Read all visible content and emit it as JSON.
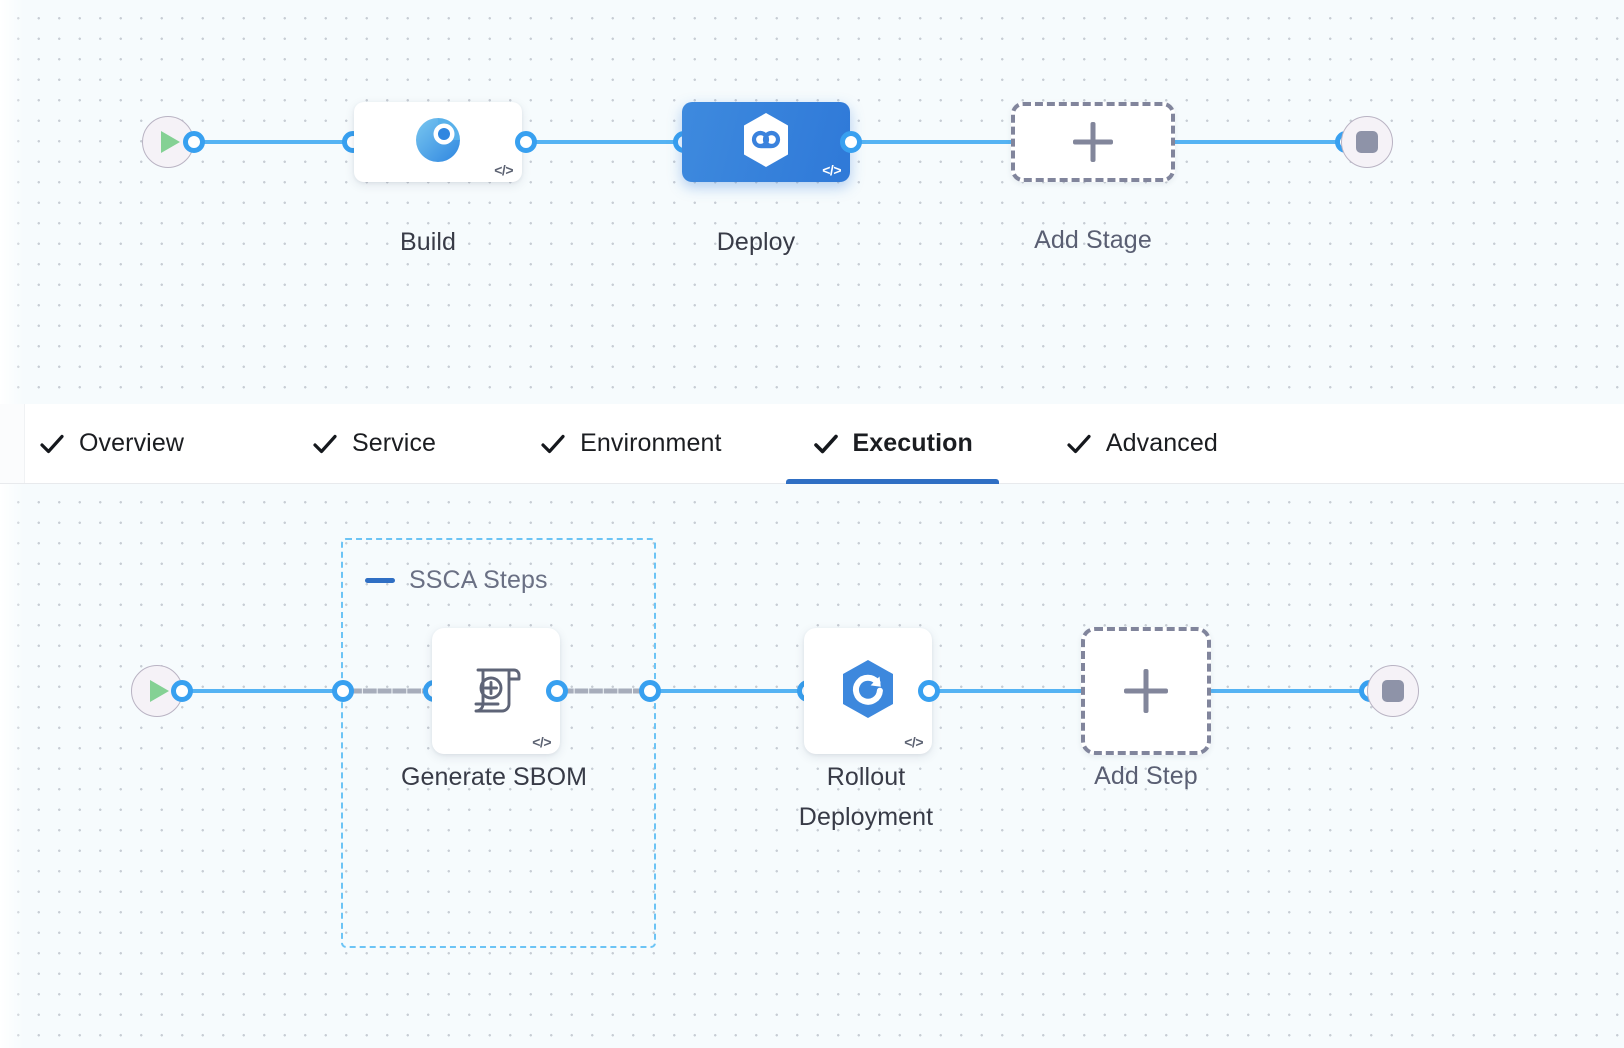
{
  "canvas": {
    "background_color": "#f6fbfd",
    "dot_color": "#c7cdd4",
    "edge_color": "#55b3f3",
    "dashed_edge_color": "#a7adbb",
    "accent_color": "#2f6fc4"
  },
  "stage_pipeline": {
    "start_node": {
      "icon": "play-icon"
    },
    "end_node": {
      "icon": "stop-icon"
    },
    "stages": [
      {
        "label": "Build",
        "icon": "build-pie-icon",
        "code_badge": "</>",
        "selected": false
      },
      {
        "label": "Deploy",
        "icon": "harness-hex-icon",
        "code_badge": "</>",
        "selected": true
      }
    ],
    "add_stage": {
      "label": "Add Stage",
      "icon": "plus-icon"
    }
  },
  "tabs": {
    "items": [
      {
        "label": "Overview",
        "icon": "check-icon",
        "active": false
      },
      {
        "label": "Service",
        "icon": "check-icon",
        "active": false
      },
      {
        "label": "Environment",
        "icon": "check-icon",
        "active": false
      },
      {
        "label": "Execution",
        "icon": "check-icon",
        "active": true
      },
      {
        "label": "Advanced",
        "icon": "check-icon",
        "active": false
      }
    ]
  },
  "step_pipeline": {
    "start_node": {
      "icon": "play-icon"
    },
    "end_node": {
      "icon": "stop-icon"
    },
    "group": {
      "title": "SSCA Steps",
      "collapse_icon": "minus-icon"
    },
    "steps": [
      {
        "label": "Generate SBOM",
        "icon": "sbom-scroll-icon",
        "code_badge": "</>",
        "in_group": true
      },
      {
        "label": "Rollout\nDeployment",
        "icon": "rollout-hex-icon",
        "code_badge": "</>",
        "in_group": false
      }
    ],
    "add_step": {
      "label": "Add Step",
      "icon": "plus-icon"
    }
  }
}
